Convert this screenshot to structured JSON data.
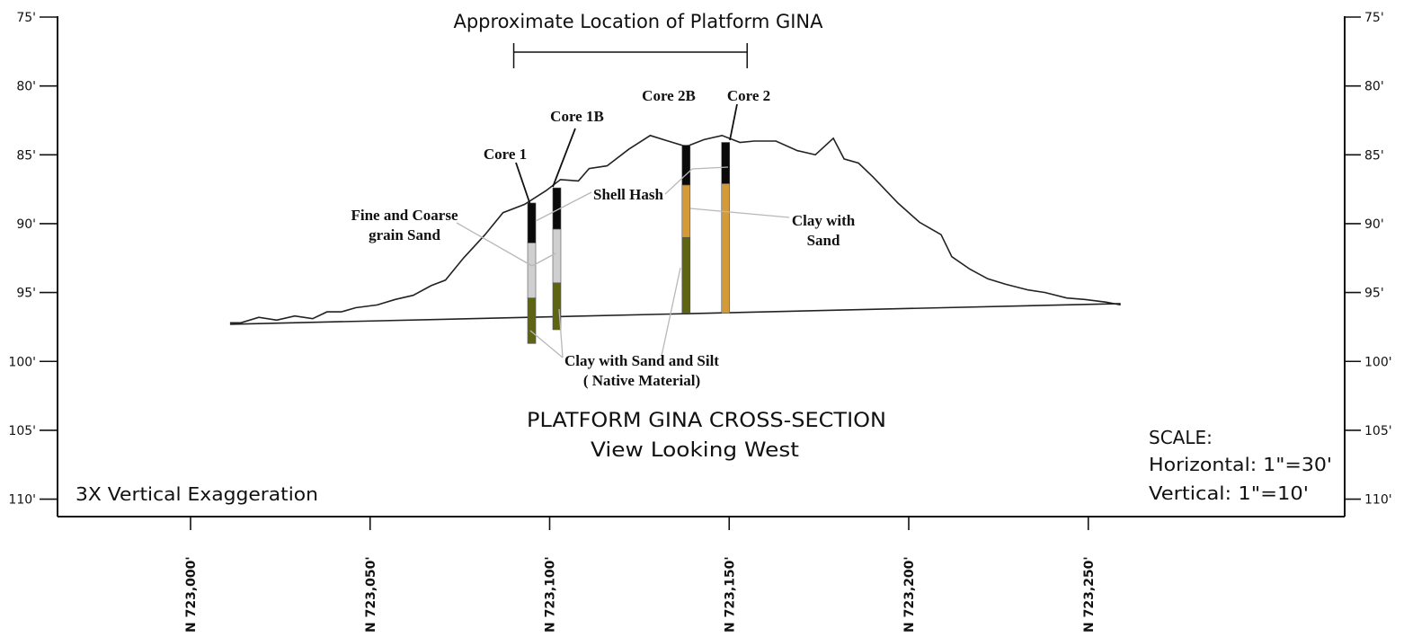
{
  "title": "PLATFORM GINA CROSS-SECTION",
  "subtitle": "View Looking West",
  "platform_label": "Approximate Location of Platform GINA",
  "exaggeration_note": "3X Vertical Exaggeration",
  "scale": {
    "heading": "SCALE:",
    "horizontal": "Horizontal: 1\"=30'",
    "vertical": "Vertical: 1\"=10'"
  },
  "colors": {
    "shell_hash": "#0a0a0a",
    "fine_coarse_sand": "#cfcfcf",
    "clay_with_sand": "#d49a3a",
    "clay_sand_silt": "#5f6412",
    "profile_line": "#222222",
    "leader_line": "#b8b8b8"
  },
  "depth_axis": {
    "left_ticks": [
      "75'",
      "80'",
      "85'",
      "90'",
      "95'",
      "100'",
      "105'",
      "110'"
    ],
    "right_ticks": [
      "75'",
      "80'",
      "85'",
      "90'",
      "95'",
      "100'",
      "105'",
      "110'"
    ]
  },
  "northing_axis": {
    "ticks": [
      "N 723,000'",
      "N 723,050'",
      "N 723,100'",
      "N 723,150'",
      "N 723,200'",
      "N 723,250'"
    ]
  },
  "platform_extent_ft": [
    723090,
    723155
  ],
  "cores": [
    {
      "name": "Core 1",
      "northing_ft": 723095,
      "layers": [
        {
          "material": "shell_hash",
          "top": 88.5,
          "bottom": 91.4
        },
        {
          "material": "fine_coarse_sand",
          "top": 91.4,
          "bottom": 95.4
        },
        {
          "material": "clay_sand_silt",
          "top": 95.4,
          "bottom": 98.7
        }
      ]
    },
    {
      "name": "Core 1B",
      "northing_ft": 723102,
      "layers": [
        {
          "material": "shell_hash",
          "top": 87.4,
          "bottom": 90.4
        },
        {
          "material": "fine_coarse_sand",
          "top": 90.4,
          "bottom": 94.3
        },
        {
          "material": "clay_sand_silt",
          "top": 94.3,
          "bottom": 97.7
        }
      ]
    },
    {
      "name": "Core 2B",
      "northing_ft": 723138,
      "layers": [
        {
          "material": "shell_hash",
          "top": 84.3,
          "bottom": 87.2
        },
        {
          "material": "clay_with_sand",
          "top": 87.2,
          "bottom": 91.0
        },
        {
          "material": "clay_sand_silt",
          "top": 91.0,
          "bottom": 96.5
        }
      ]
    },
    {
      "name": "Core 2",
      "northing_ft": 723149,
      "layers": [
        {
          "material": "shell_hash",
          "top": 84.1,
          "bottom": 87.1
        },
        {
          "material": "clay_with_sand",
          "top": 87.1,
          "bottom": 96.5
        }
      ]
    }
  ],
  "material_labels": {
    "shell_hash": "Shell Hash",
    "fine_coarse_sand": [
      "Fine and Coarse",
      "grain Sand"
    ],
    "clay_with_sand": [
      "Clay with",
      "Sand"
    ],
    "clay_sand_silt": [
      "Clay with Sand and Silt",
      "( Native Material)"
    ]
  },
  "mound_profile": {
    "northing_ft": [
      723011,
      723014,
      723019,
      723024,
      723029,
      723034,
      723038,
      723042,
      723046,
      723052,
      723057,
      723062,
      723067,
      723071,
      723076,
      723082,
      723087,
      723093,
      723099,
      723103,
      723108,
      723111,
      723116,
      723122,
      723128,
      723133,
      723138,
      723143,
      723148,
      723153,
      723157,
      723163,
      723169,
      723174,
      723179,
      723182,
      723186,
      723190,
      723197,
      723203,
      723209,
      723212,
      723217,
      723222,
      723227,
      723233,
      723238,
      723244,
      723249,
      723255,
      723259
    ],
    "elevation_ft": [
      97.2,
      97.2,
      96.8,
      97.0,
      96.7,
      96.9,
      96.4,
      96.4,
      96.1,
      95.9,
      95.5,
      95.2,
      94.5,
      94.1,
      92.5,
      90.8,
      89.2,
      88.6,
      87.6,
      86.8,
      86.9,
      86.0,
      85.8,
      84.6,
      83.6,
      84.0,
      84.4,
      83.9,
      83.6,
      84.1,
      84.0,
      84.0,
      84.7,
      85.0,
      83.8,
      85.3,
      85.6,
      86.6,
      88.5,
      89.9,
      90.8,
      92.4,
      93.3,
      94.0,
      94.4,
      94.8,
      95.0,
      95.4,
      95.5,
      95.7,
      95.9
    ]
  },
  "baseline": {
    "northing_ft": [
      723011,
      723259
    ],
    "elevation_ft": [
      97.3,
      95.8
    ]
  }
}
